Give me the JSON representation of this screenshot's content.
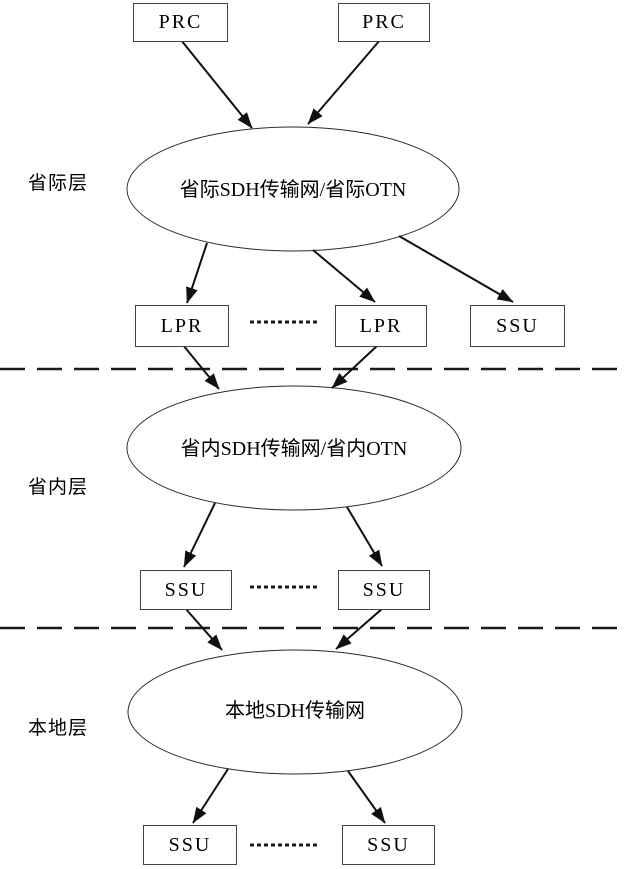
{
  "diagram": {
    "layers": [
      {
        "label": "省际层",
        "cloud": "省际SDH传输网/省际OTN",
        "sources": [
          "PRC",
          "PRC"
        ],
        "sinks": [
          "LPR",
          "LPR",
          "SSU"
        ]
      },
      {
        "label": "省内层",
        "cloud": "省内SDH传输网/省内OTN",
        "sinks": [
          "SSU",
          "SSU"
        ]
      },
      {
        "label": "本地层",
        "cloud": "本地SDH传输网",
        "sinks": [
          "SSU",
          "SSU"
        ]
      }
    ],
    "edges": [
      "PRC-1 -> 省际SDH传输网/省际OTN",
      "PRC-2 -> 省际SDH传输网/省际OTN",
      "省际SDH传输网/省际OTN -> LPR-1",
      "省际SDH传输网/省际OTN -> LPR-2",
      "省际SDH传输网/省际OTN -> SSU",
      "LPR-1 -> 省内SDH传输网/省内OTN",
      "LPR-2 -> 省内SDH传输网/省内OTN",
      "省内SDH传输网/省内OTN -> SSU-1",
      "省内SDH传输网/省内OTN -> SSU-2",
      "SSU-1 -> 本地SDH传输网",
      "SSU-2 -> 本地SDH传输网",
      "本地SDH传输网 -> SSU-3",
      "本地SDH传输网 -> SSU-4"
    ],
    "colors": {
      "line": "#000000",
      "background": "#ffffff"
    }
  }
}
